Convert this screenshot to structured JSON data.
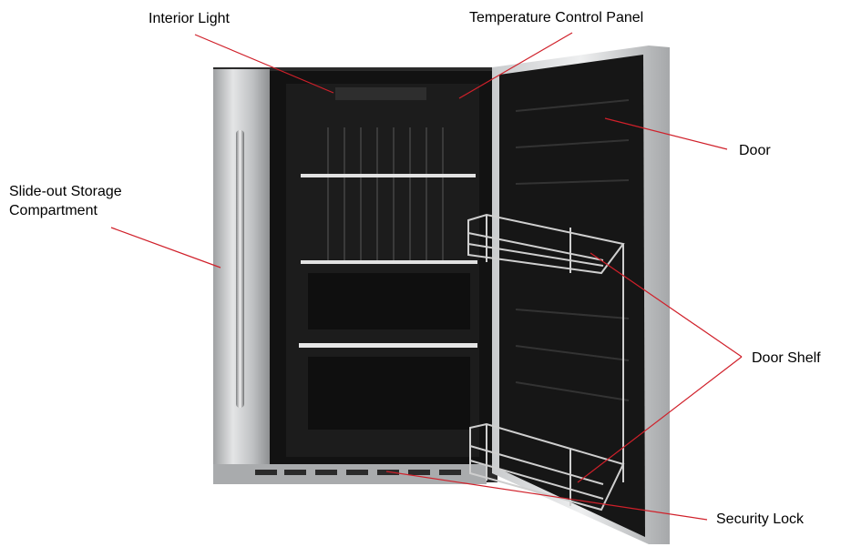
{
  "labels": {
    "interior_light": "Interior Light",
    "temperature_control_panel": "Temperature Control Panel",
    "door": "Door",
    "slide_out_storage_line1": "Slide-out Storage",
    "slide_out_storage_line2": "Compartment",
    "door_shelf": "Door Shelf",
    "security_lock": "Security Lock"
  },
  "colors": {
    "leader_line": "#d0202a",
    "stainless": "#b8babc",
    "interior": "#1a1a1a",
    "shelf_rim": "#e8e8e8",
    "text": "#000000"
  }
}
